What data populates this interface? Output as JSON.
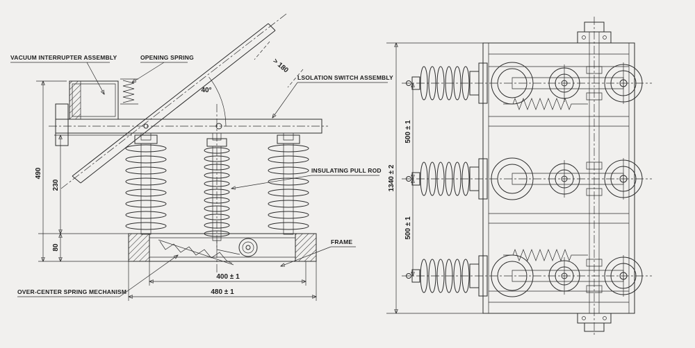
{
  "drawing": {
    "background": "#f1f0ee",
    "line_color": "#2b2b2b"
  },
  "left_view": {
    "labels": {
      "vacuum_interrupter": "VACUUM INTERRUPTER ASSEMBLY",
      "opening_spring": "OPENING SPRING",
      "isolation_switch": "LSOLATION SWITCH ASSEMBLY",
      "insulating_pull_rod": "INSULATING PULL ROD",
      "frame": "FRAME",
      "over_center_spring": "OVER-CENTER SPRING MECHANISM"
    },
    "dimensions": {
      "angle": "40°",
      "clearance": "> 180",
      "height_total": "490",
      "height_insulator": "230",
      "height_frame": "80",
      "width_inner": "400 ± 1",
      "width_outer": "480 ± 1"
    }
  },
  "right_view": {
    "dimensions": {
      "height_total": "1340 ± 2",
      "pole_pitch_upper": "500 ± 1",
      "pole_pitch_lower": "500 ± 1"
    }
  }
}
